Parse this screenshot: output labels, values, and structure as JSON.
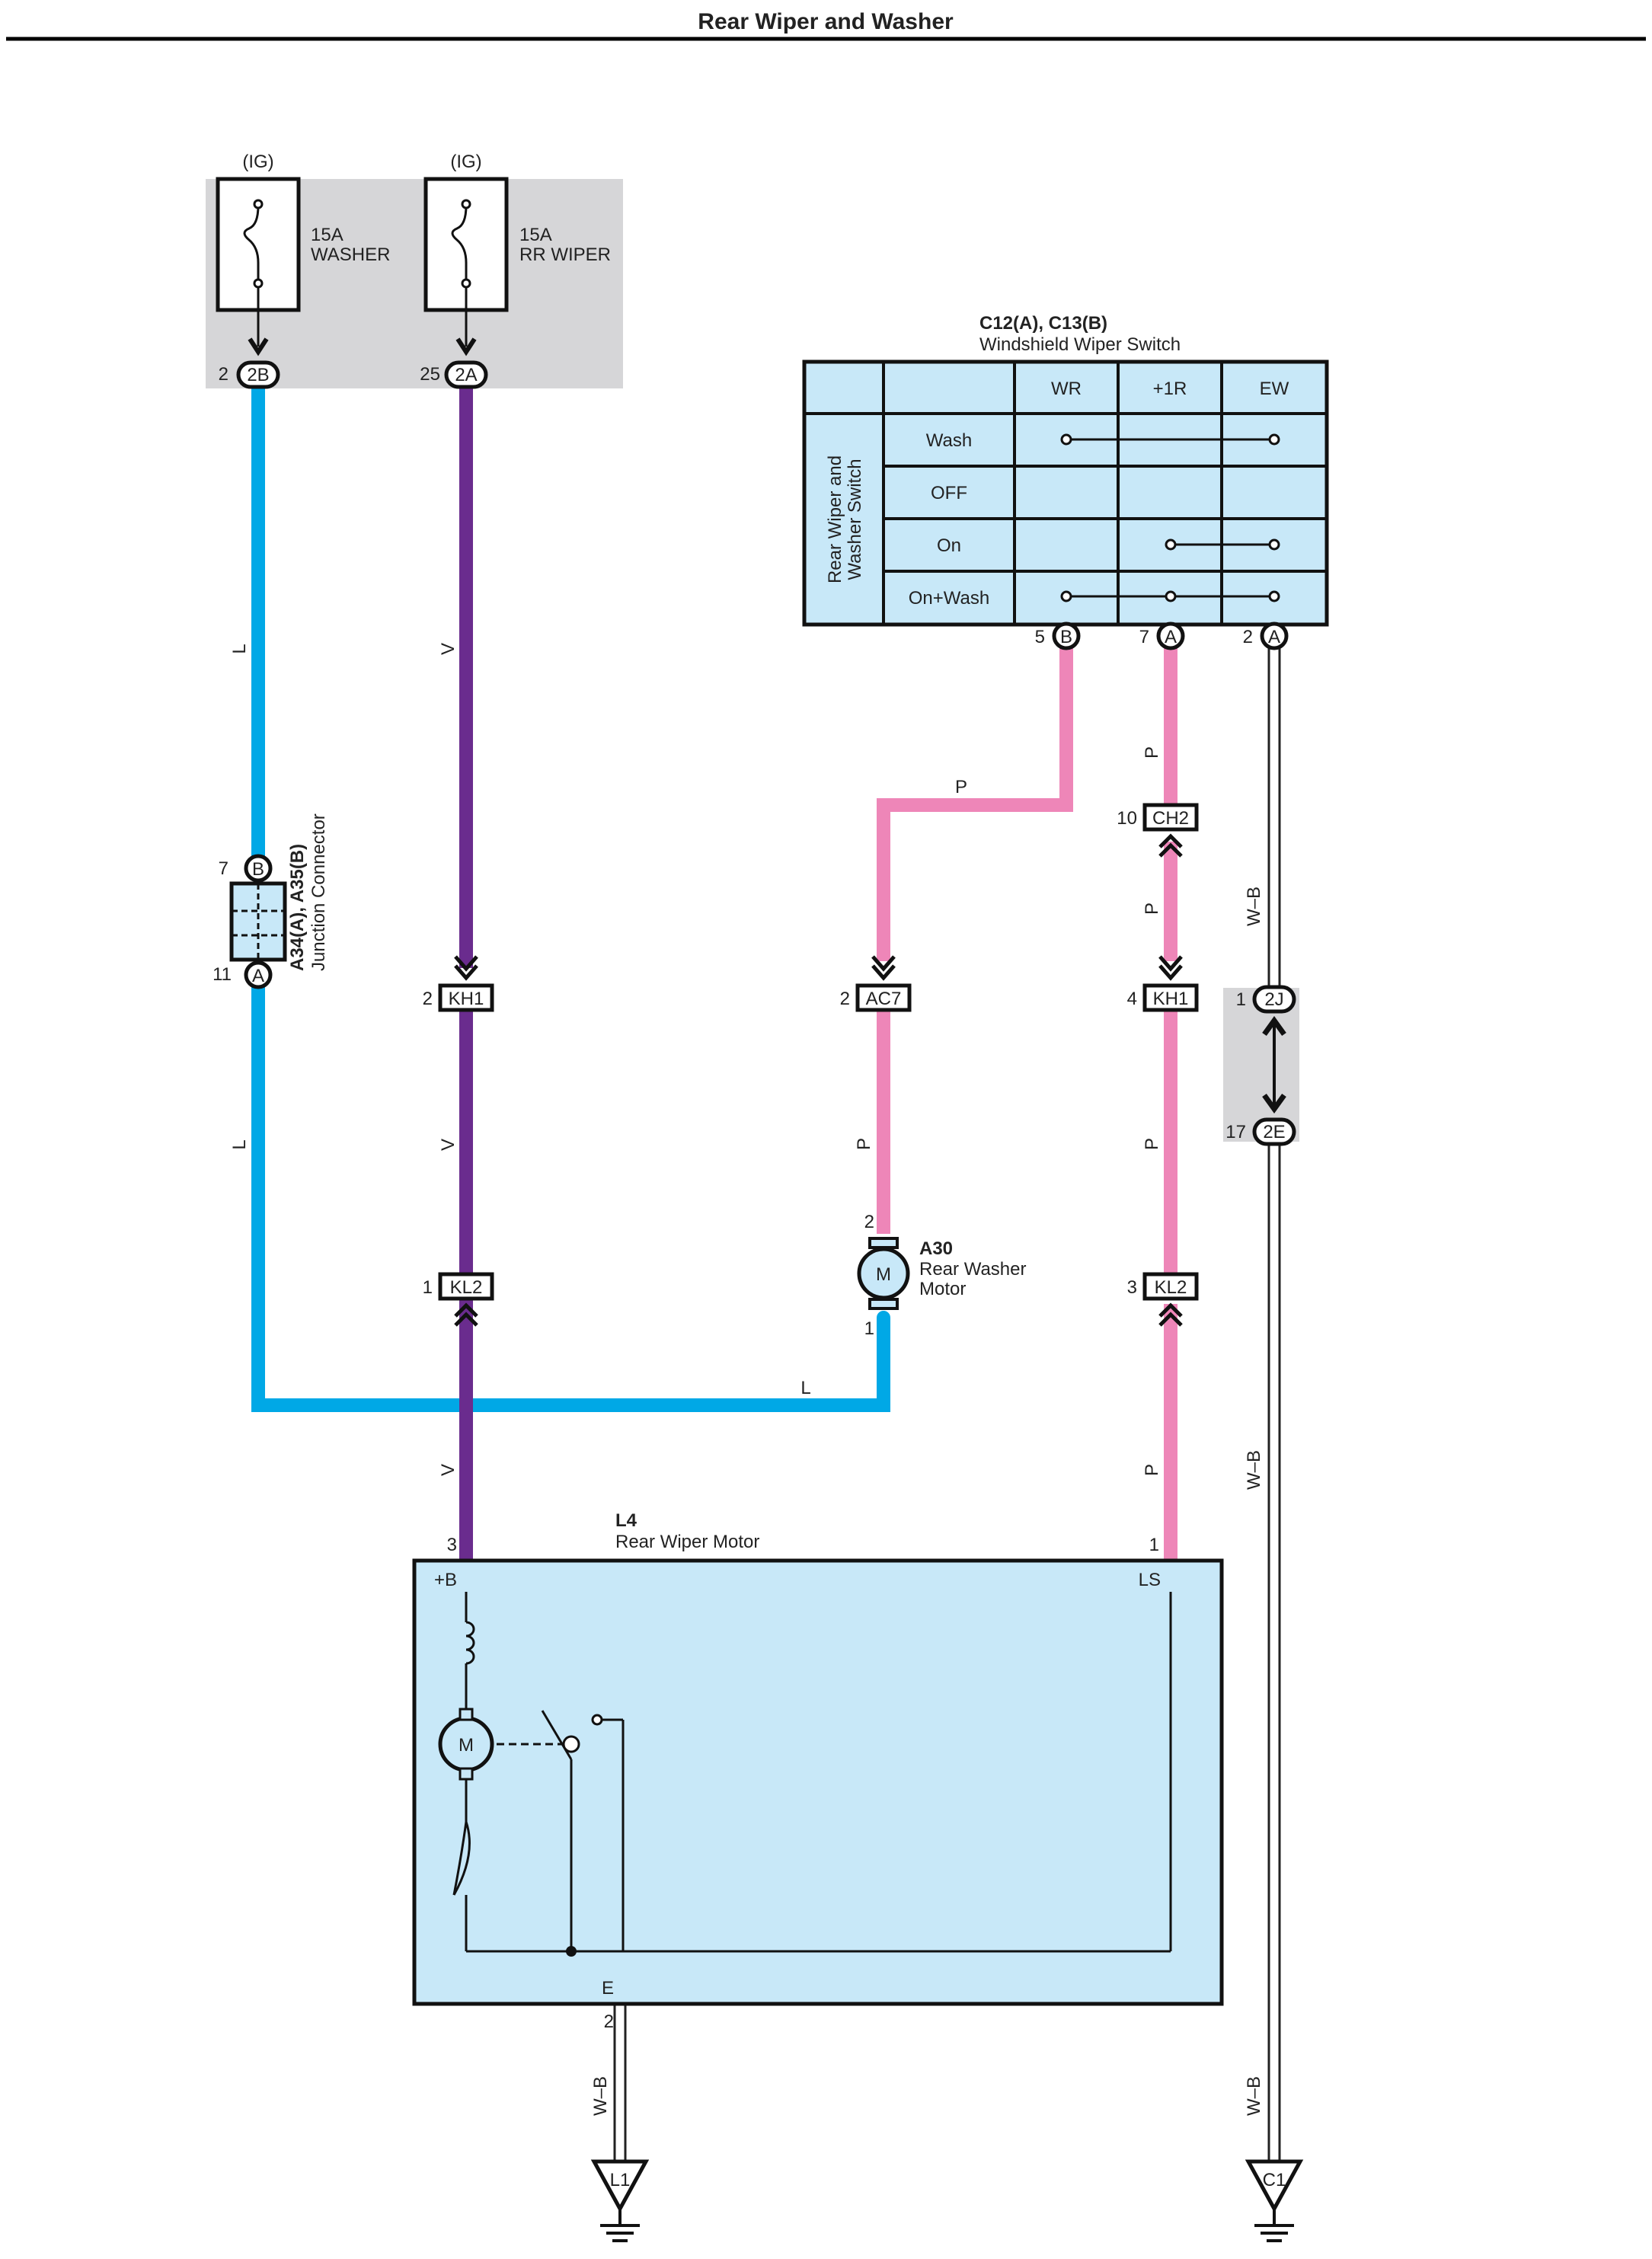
{
  "title": "Rear Wiper and Washer",
  "colors": {
    "wire_L": "#00a8e6",
    "wire_V": "#6a2c8e",
    "wire_P": "#ee86b8",
    "component_fill": "#c8e8f8",
    "relay_box_fill": "#d6d6d8"
  },
  "fuses": [
    {
      "source": "(IG)",
      "rating": "15A",
      "name": "WASHER",
      "pin": "2",
      "connector": "2B"
    },
    {
      "source": "(IG)",
      "rating": "15A",
      "name": "RR WIPER",
      "pin": "25",
      "connector": "2A"
    }
  ],
  "switch": {
    "id": "C12(A), C13(B)",
    "name": "Windshield Wiper Switch",
    "side_label_1": "Rear Wiper and",
    "side_label_2": "Washer Switch",
    "columns": [
      "WR",
      "+1R",
      "EW"
    ],
    "rows": [
      "Wash",
      "OFF",
      "On",
      "On+Wash"
    ],
    "pins": [
      {
        "pin": "5",
        "conn": "B"
      },
      {
        "pin": "7",
        "conn": "A"
      },
      {
        "pin": "2",
        "conn": "A"
      }
    ]
  },
  "junction": {
    "id": "A34(A), A35(B)",
    "name": "Junction Connector",
    "top_pin": "7",
    "top_conn": "B",
    "bottom_pin": "11",
    "bottom_conn": "A"
  },
  "connectors": {
    "kh1_left": {
      "pin": "2",
      "name": "KH1"
    },
    "ac7": {
      "pin": "2",
      "name": "AC7"
    },
    "kh1_right": {
      "pin": "4",
      "name": "KH1"
    },
    "ch2": {
      "pin": "10",
      "name": "CH2"
    },
    "kl2_left": {
      "pin": "1",
      "name": "KL2"
    },
    "kl2_right": {
      "pin": "3",
      "name": "KL2"
    },
    "j2j": {
      "pin": "1",
      "name": "2J"
    },
    "j2e": {
      "pin": "17",
      "name": "2E"
    }
  },
  "washer_motor": {
    "id": "A30",
    "name_1": "Rear Washer",
    "name_2": "Motor",
    "symbol": "M",
    "pin_top": "2",
    "pin_bottom": "1"
  },
  "wiper_motor": {
    "id": "L4",
    "name": "Rear Wiper Motor",
    "symbol": "M",
    "pin_b": "3",
    "term_b": "+B",
    "pin_ls": "1",
    "term_ls": "LS",
    "term_e": "E",
    "pin_e": "2"
  },
  "grounds": [
    {
      "name": "L1"
    },
    {
      "name": "C1"
    }
  ],
  "wire_labels": {
    "L": "L",
    "V": "V",
    "P": "P",
    "WB": "W–B"
  }
}
